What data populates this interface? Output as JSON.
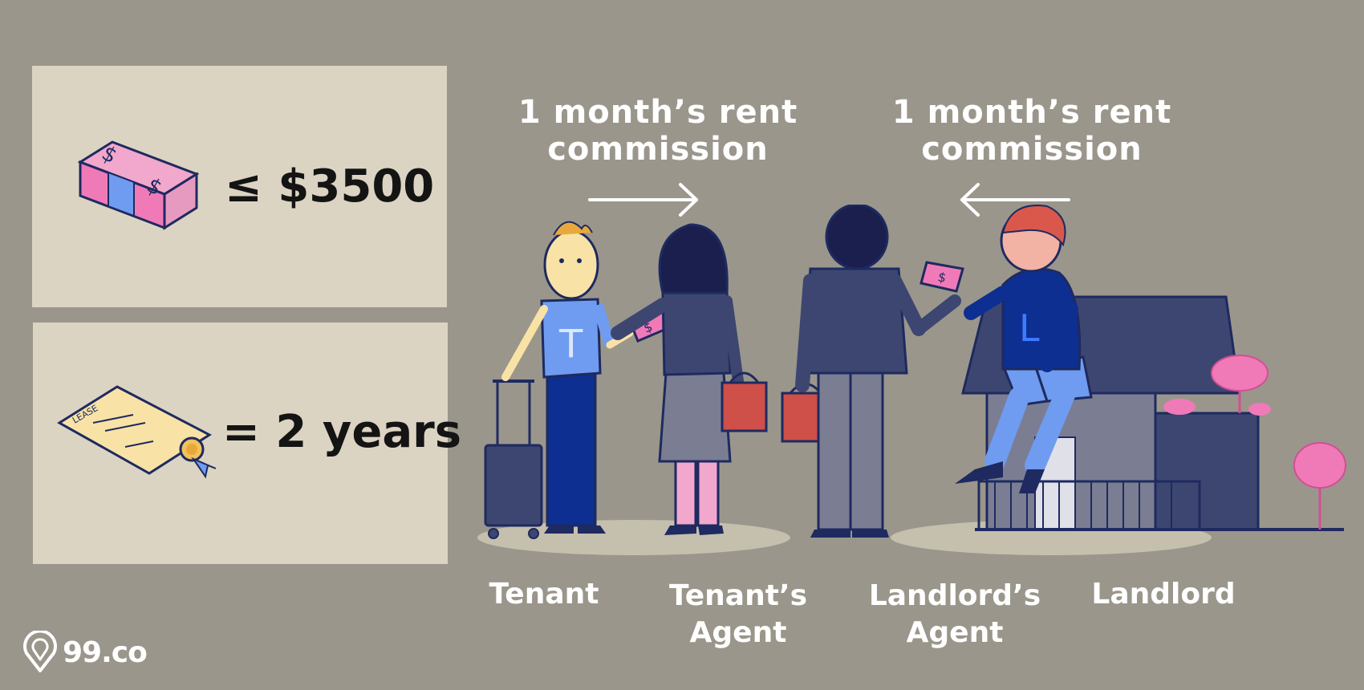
{
  "rent_panel": {
    "value": "≤ $3500",
    "icon": "money-stack-icon"
  },
  "lease_panel": {
    "value": "= 2 years",
    "icon": "lease-document-icon",
    "document_label": "LEASE"
  },
  "commissions": [
    {
      "line1": "1 month’s rent",
      "line2": "commission",
      "direction": "right"
    },
    {
      "line1": "1 month’s rent",
      "line2": "commission",
      "direction": "left"
    }
  ],
  "roles": [
    {
      "line1": "Tenant",
      "line2": ""
    },
    {
      "line1": "Tenant’s",
      "line2": "Agent"
    },
    {
      "line1": "Landlord’s",
      "line2": "Agent"
    },
    {
      "line1": "Landlord",
      "line2": ""
    }
  ],
  "shirt_letters": {
    "tenant": "T",
    "landlord": "L"
  },
  "brand": {
    "name": "99.co",
    "icon": "map-pin-icon"
  },
  "colors": {
    "background": "#9a968b",
    "panel": "#dcd4c2",
    "money_pink": "#f07ab8",
    "tenant_shirt": "#6f9cf0",
    "navy": "#1e2a60",
    "bag_red": "#cf4f49"
  }
}
